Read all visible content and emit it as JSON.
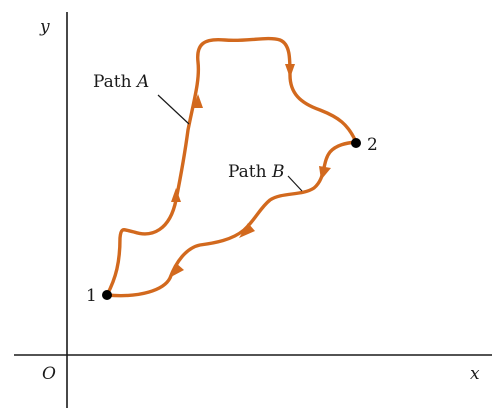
{
  "axes": {
    "x_label": "x",
    "y_label": "y",
    "origin_label": "O"
  },
  "points": {
    "start": "1",
    "end": "2"
  },
  "paths": {
    "a": {
      "prefix": "Path ",
      "name": "A"
    },
    "b": {
      "prefix": "Path ",
      "name": "B"
    }
  },
  "colors": {
    "path": "#d2691e",
    "axis": "#1a1a1a"
  }
}
